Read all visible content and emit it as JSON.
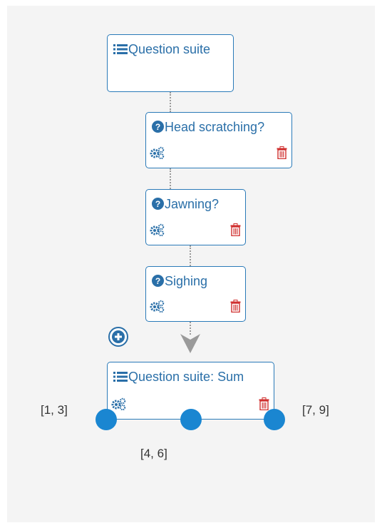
{
  "colors": {
    "accent": "#2a7ab8",
    "handle": "#1a86d1",
    "trash": "#d0302f",
    "connector": "#9a9a9a"
  },
  "nodes": [
    {
      "title": "Question suite",
      "icon": "list-icon"
    },
    {
      "title": "Head scratching?",
      "icon": "question-circle-icon"
    },
    {
      "title": "Jawning?",
      "icon": "question-circle-icon"
    },
    {
      "title": "Sighing",
      "icon": "question-circle-icon"
    },
    {
      "title": "Question suite: Sum",
      "icon": "list-icon"
    }
  ],
  "ranges": [
    "[1, 3]",
    "[4, 6]",
    "[7, 9]"
  ]
}
